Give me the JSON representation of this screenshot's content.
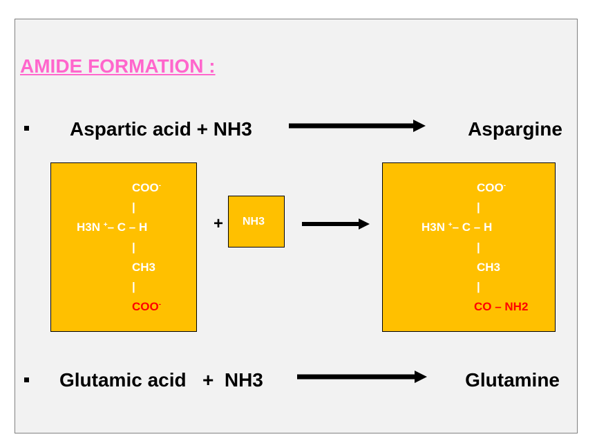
{
  "title": "AMIDE  FORMATION :",
  "colors": {
    "title": "#ff66cc",
    "box_fill": "#ffc000",
    "highlight": "#ff0000",
    "structure_text": "#ffffff"
  },
  "reactions": [
    {
      "reactant": "Aspartic acid  +  NH3",
      "product": "Aspargine"
    },
    {
      "reactant": "Glutamic acid   +  NH3",
      "product": "Glutamine"
    }
  ],
  "left_structure": {
    "top": "COO",
    "charge_top": "-",
    "bond1": "|",
    "middle_left": "H3N",
    "charge_mid": "+",
    "middle_right": "– C  – H",
    "bond2": "|",
    "side": "CH3",
    "bond3": "|",
    "bottom": "COO",
    "charge_bottom": "-"
  },
  "plus_sign": "+",
  "reagent_box": "NH3",
  "right_structure": {
    "top": "COO",
    "charge_top": "-",
    "bond1": "|",
    "middle_left": "H3N",
    "charge_mid": "+",
    "middle_right": "– C  – H",
    "bond2": "|",
    "side": "CH3",
    "bond3": "|",
    "bottom": "CO – NH2"
  }
}
